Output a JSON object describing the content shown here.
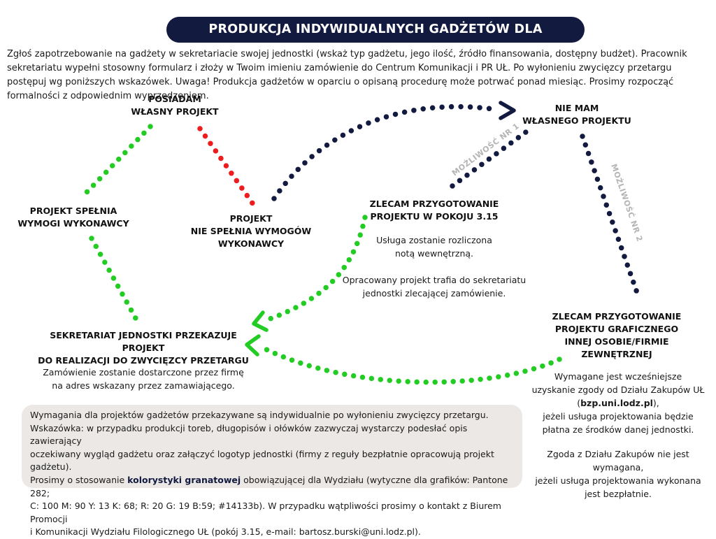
{
  "title": "PRODUKCJA INDYWIDUALNYCH GADŻETÓW DLA JEDNOSTEK",
  "intro": "Zgłoś zapotrzebowanie na gadżety w sekretariacie swojej jednostki (wskaż typ gadżetu, jego ilość, źródło finansowania, dostępny budżet). Pracownik sekretariatu wypełni stosowny formularz i złoży w Twoim imieniu zamówienie do Centrum Komunikacji i PR UŁ. Po wyłonieniu zwycięzcy przetargu postępuj wg poniższych wskazówek. Uwaga! Produkcja gadżetów w oparciu o opisaną procedurę może potrwać ponad miesiąc. Prosimy rozpocząć formalności z odpowiednim wyprzedzeniem.",
  "nodes": {
    "own_project": [
      "POSIADAM",
      "WŁASNY PROJEKT"
    ],
    "no_project": [
      "NIE MAM",
      "WŁASNEGO PROJEKTU"
    ],
    "meets_req": [
      "PROJEKT SPEŁNIA",
      "WYMOGI WYKONAWCY"
    ],
    "not_meets_req": [
      "PROJEKT",
      "NIE SPEŁNIA WYMOGÓW",
      "WYKONAWCY"
    ],
    "room_315": [
      "ZLECAM PRZYGOTOWANIE",
      "PROJEKTU W POKOJU 3.15"
    ],
    "external": [
      "ZLECAM PRZYGOTOWANIE",
      "PROJEKTU GRAFICZNEGO",
      "INNEJ OSOBIE/FIRMIE",
      "ZEWNĘTRZNEJ"
    ],
    "secretariat": [
      "SEKRETARIAT JEDNOSTKI PRZEKAZUJE PROJEKT",
      "DO REALIZACJI DO ZWYCIĘZCY PRZETARGU"
    ]
  },
  "descriptions": {
    "room_315": [
      "Usługa zostanie rozliczona",
      "notą wewnętrzną.",
      "",
      "Opracowany projekt trafia do sekretariatu",
      "jednostki zlecającej zamówienie."
    ],
    "secretariat": [
      "Zamówienie zostanie dostarczone przez firmę",
      "na adres wskazany przez zamawiającego."
    ],
    "external": {
      "line1": "Wymagane jest wcześniejsze",
      "line2": "uzyskanie zgody od Działu Zakupów UŁ",
      "link_open": "(",
      "link": "bzp.uni.lodz.pl",
      "link_close": "),",
      "line4": "jeżeli usługa projektowania będzie",
      "line5": "płatna ze środków danej jednostki.",
      "line6": "Zgoda z Działu Zakupów nie jest wymagana,",
      "line7": "jeżeli usługa projektowania wykonana",
      "line8": "jest bezpłatnie."
    }
  },
  "path_labels": {
    "option1": "MOŻLIWOŚĆ NR 1",
    "option2": "MOŻLIWOŚĆ NR 2"
  },
  "note": {
    "line1": "Wymagania dla projektów gadżetów przekazywane są indywidualnie po wyłonieniu zwycięzcy przetargu.",
    "line2": "Wskazówka: w przypadku produkcji toreb, długopisów i ołówków zazwyczaj wystarczy podesłać opis zawierający",
    "line3": "oczekiwany wygląd gadżetu oraz załączyć logotyp jednostki (firmy z reguły bezpłatnie opracowują projekt gadżetu).",
    "line4_pre": "Prosimy o stosowanie ",
    "line4_bold": "kolorystyki granatowej",
    "line4_post": " obowiązującej dla Wydziału (wytyczne dla grafików: Pantone 282;",
    "line5": "C: 100 M: 90 Y: 13 K: 68; R: 20 G: 19 B:59; #14133b). W przypadku wątpliwości prosimy o kontakt z Biurem Promocji",
    "line6": "i Komunikacji Wydziału Filologicznego UŁ (pokój 3.15, e-mail: bartosz.burski@uni.lodz.pl)."
  },
  "colors": {
    "navy": "#131a40",
    "green": "#22cc22",
    "red": "#ee1c1c",
    "label_gray": "#b5b5b5",
    "note_bg": "#ebe8e6"
  }
}
